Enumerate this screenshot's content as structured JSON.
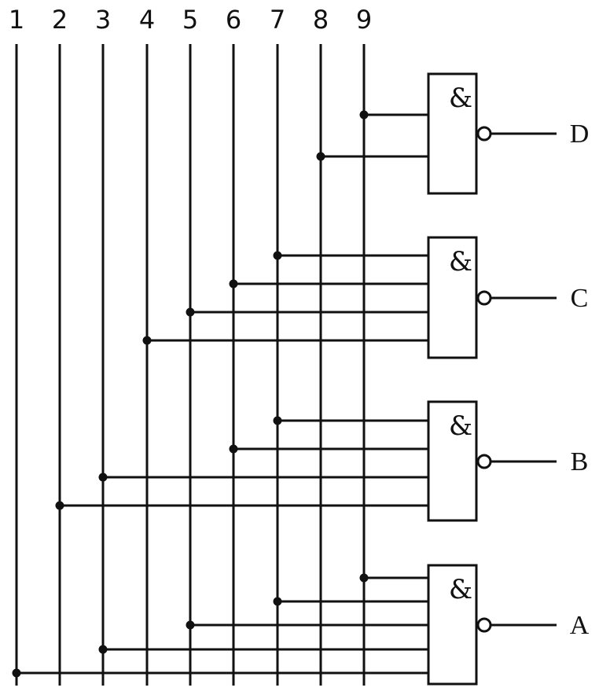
{
  "lines": [
    {
      "label": "1"
    },
    {
      "label": "2"
    },
    {
      "label": "3"
    },
    {
      "label": "4"
    },
    {
      "label": "5"
    },
    {
      "label": "6"
    },
    {
      "label": "7"
    },
    {
      "label": "8"
    },
    {
      "label": "9"
    }
  ],
  "gates": [
    {
      "symbol": "&",
      "output": "D",
      "inputs": [
        9,
        8
      ]
    },
    {
      "symbol": "&",
      "output": "C",
      "inputs": [
        7,
        6,
        5,
        4
      ]
    },
    {
      "symbol": "&",
      "output": "B",
      "inputs": [
        7,
        6,
        3,
        2
      ]
    },
    {
      "symbol": "&",
      "output": "A",
      "inputs": [
        9,
        7,
        5,
        3,
        1
      ]
    }
  ]
}
